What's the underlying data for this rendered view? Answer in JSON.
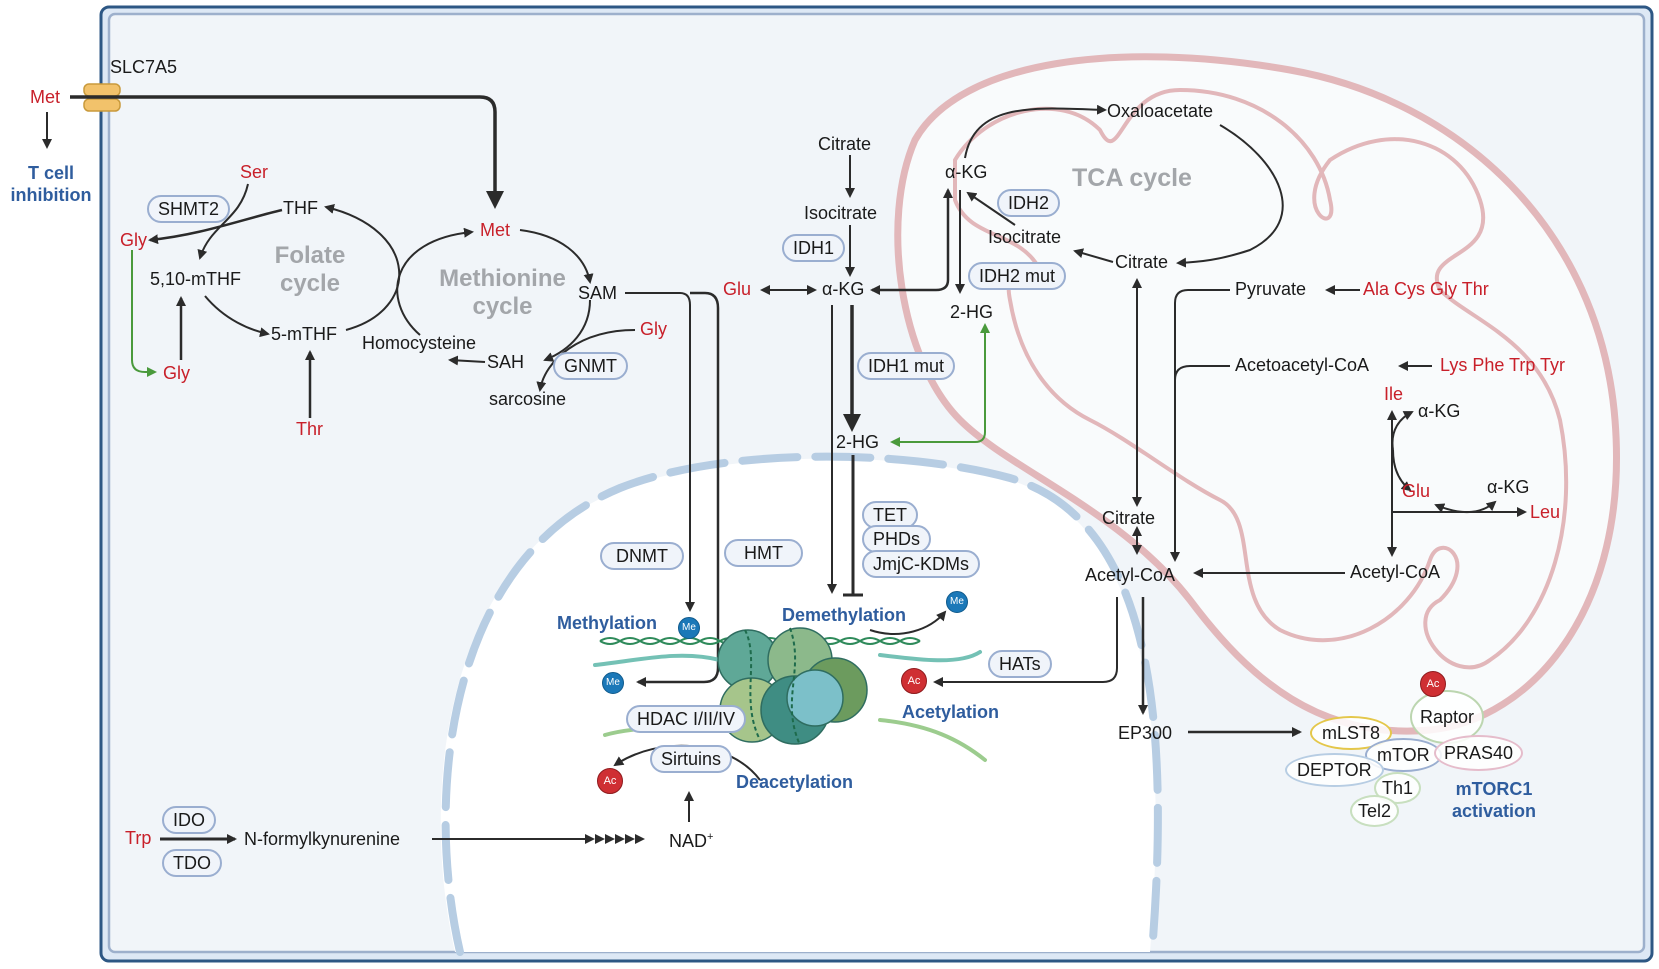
{
  "figure": {
    "transporter": "SLC7A5",
    "extracellular": {
      "met": "Met",
      "t_cell_inhibition": "T cell inhibition"
    },
    "folate_cycle": {
      "title": "Folate cycle",
      "ser": "Ser",
      "thf": "THF",
      "shmt2": "SHMT2",
      "gly_top": "Gly",
      "mthf_5_10": "5,10-mTHF",
      "mthf_5": "5-mTHF",
      "gly_bottom": "Gly",
      "thr": "Thr"
    },
    "methionine_cycle": {
      "title": "Methionine cycle",
      "met": "Met",
      "sam": "SAM",
      "gly": "Gly",
      "homocysteine": "Homocysteine",
      "sah": "SAH",
      "gnmt": "GNMT",
      "sarcosine": "sarcosine"
    },
    "cytosol_idh": {
      "citrate": "Citrate",
      "isocitrate": "Isocitrate",
      "idh1": "IDH1",
      "glu": "Glu",
      "akg": "α-KG",
      "idh1_mut": "IDH1 mut",
      "two_hg": "2-HG"
    },
    "tca_cycle": {
      "title": "TCA cycle",
      "oxaloacetate": "Oxaloacetate",
      "akg": "α-KG",
      "idh2": "IDH2",
      "isocitrate": "Isocitrate",
      "idh2_mut": "IDH2 mut",
      "two_hg": "2-HG",
      "citrate": "Citrate",
      "pyruvate": "Pyruvate",
      "pyruvate_aas": "Ala Cys Gly Thr",
      "acetoacetyl_coa": "Acetoacetyl-CoA",
      "acetoacetyl_aas": "Lys Phe Trp Tyr",
      "ile": "Ile",
      "akg_ile": "α-KG",
      "glu": "Glu",
      "akg_leu": "α-KG",
      "leu": "Leu",
      "acetyl_coa_mito": "Acetyl-CoA"
    },
    "cytosol_acetyl": {
      "citrate": "Citrate",
      "acetyl_coa": "Acetyl-CoA",
      "ep300": "EP300",
      "hats": "HATs"
    },
    "nucleus": {
      "dnmt": "DNMT",
      "hmt": "HMT",
      "tet": "TET",
      "phds": "PHDs",
      "jmjc": "JmjC-KDMs",
      "methylation": "Methylation",
      "demethylation": "Demethylation",
      "acetylation": "Acetylation",
      "deacetylation": "Deacetylation",
      "hdac": "HDAC I/II/IV",
      "sirtuins": "Sirtuins",
      "me_badge": "Me",
      "ac_badge": "Ac"
    },
    "trp_pathway": {
      "trp": "Trp",
      "ido": "IDO",
      "tdo": "TDO",
      "nfk": "N-formylkynurenine",
      "nad": "NAD",
      "nad_charge": "+"
    },
    "mtorc1": {
      "mlst8": "mLST8",
      "raptor": "Raptor",
      "mtor": "mTOR",
      "pras40": "PRAS40",
      "deptor": "DEPTOR",
      "th1": "Th1",
      "tel2": "Tel2",
      "activation": "mTORC1 activation",
      "ac_badge": "Ac"
    },
    "colors": {
      "cell_border": "#2d5784",
      "cell_fill": "#f1f5f9",
      "amino_acid_red": "#c8202a",
      "process_blue": "#2f5d9e",
      "enzyme_pill_border": "#9aaed0",
      "mitochondria_pink": "#e2b7ba",
      "nucleus_dash": "#b7cde3",
      "green_arrow": "#4a9a3c",
      "me_blue": "#1b78b8",
      "ac_red": "#cf2f33"
    }
  }
}
